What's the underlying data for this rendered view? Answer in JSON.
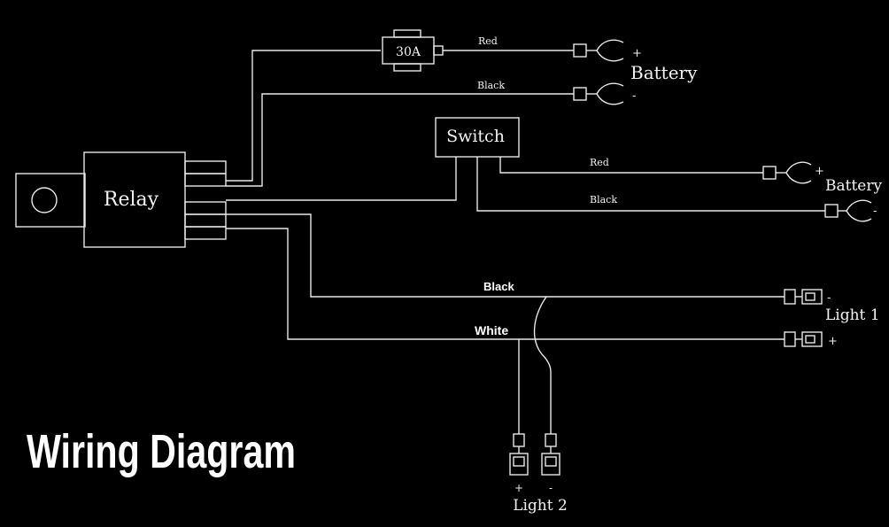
{
  "title": "Wiring Diagram",
  "components": {
    "relay": "Relay",
    "switch": "Switch",
    "fuse": "30A"
  },
  "terminals": {
    "battery_main": {
      "label": "Battery",
      "positive": "+",
      "negative": "-"
    },
    "battery_switch": {
      "label": "Battery",
      "positive": "+",
      "negative": "-"
    },
    "light_1": {
      "label": "Light 1",
      "positive": "+",
      "negative": "-"
    },
    "light_2": {
      "label": "Light 2",
      "positive": "+",
      "negative": "-"
    }
  },
  "wires": {
    "fuse_red": "Red",
    "main_black": "Black",
    "switch_red": "Red",
    "switch_black": "Black",
    "light_black": "Black",
    "light_white": "White"
  },
  "colors": {
    "background": "#000000",
    "line": "#e8e8e8"
  }
}
